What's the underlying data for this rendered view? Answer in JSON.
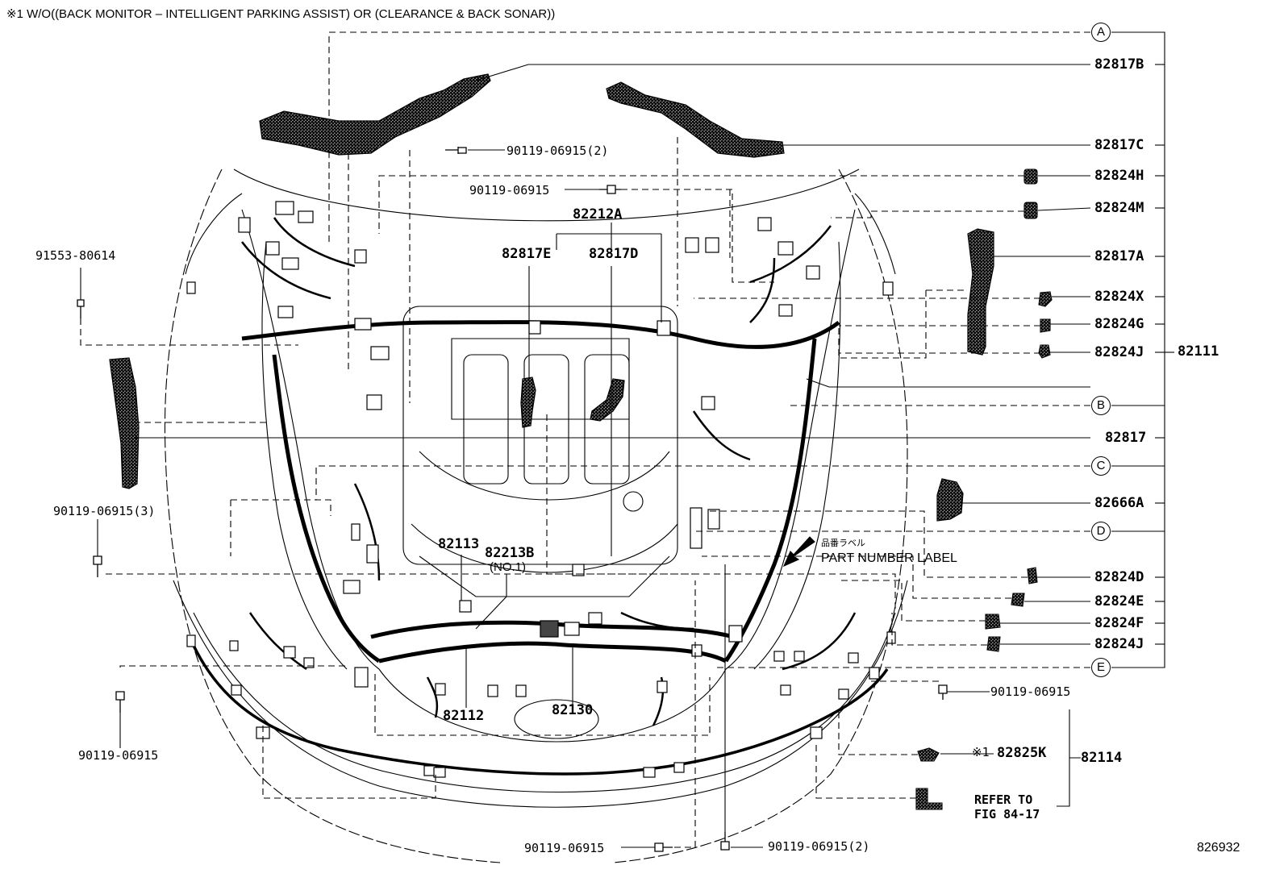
{
  "note": "※1 W/O((BACK MONITOR – INTELLIGENT PARKING ASSIST) OR (CLEARANCE & BACK SONAR))",
  "figure_number": "826932",
  "callouts": {
    "a": "A",
    "b": "B",
    "c": "C",
    "d": "D",
    "e": "E"
  },
  "parts": {
    "p82817B": "82817B",
    "p82817C": "82817C",
    "p82824H": "82824H",
    "p82824M": "82824M",
    "p82817A": "82817A",
    "p82824X": "82824X",
    "p82824G": "82824G",
    "p82824J_top": "82824J",
    "p82111": "82111",
    "p82817": "82817",
    "p82666A": "82666A",
    "p82824D": "82824D",
    "p82824E": "82824E",
    "p82824F": "82824F",
    "p82824J_bot": "82824J",
    "p82825K": "82825K",
    "p82825K_prefix": "※1",
    "p82114": "82114",
    "p82212A": "82212A",
    "p82817E": "82817E",
    "p82817D": "82817D",
    "p82113": "82113",
    "p82213B": "82213B",
    "p82213B_sub": "(NO.1)",
    "p82112": "82112",
    "p82130": "82130",
    "p91553": "91553-80614"
  },
  "bolts": {
    "b_top": "90119-06915(2)",
    "b_mid": "90119-06915",
    "b_left3": "90119-06915(3)",
    "b_left_bottom": "90119-06915",
    "b_right": "90119-06915",
    "b_bottom_left": "90119-06915",
    "b_bottom_right": "90119-06915(2)"
  },
  "labels": {
    "part_number_label_jp": "品番ラベル",
    "part_number_label": "PART NUMBER LABEL",
    "refer_to": "REFER TO",
    "refer_fig": "FIG 84-17"
  },
  "icons": [
    "bolt-icon",
    "clip-icon",
    "bracket-icon",
    "arrow-icon"
  ]
}
